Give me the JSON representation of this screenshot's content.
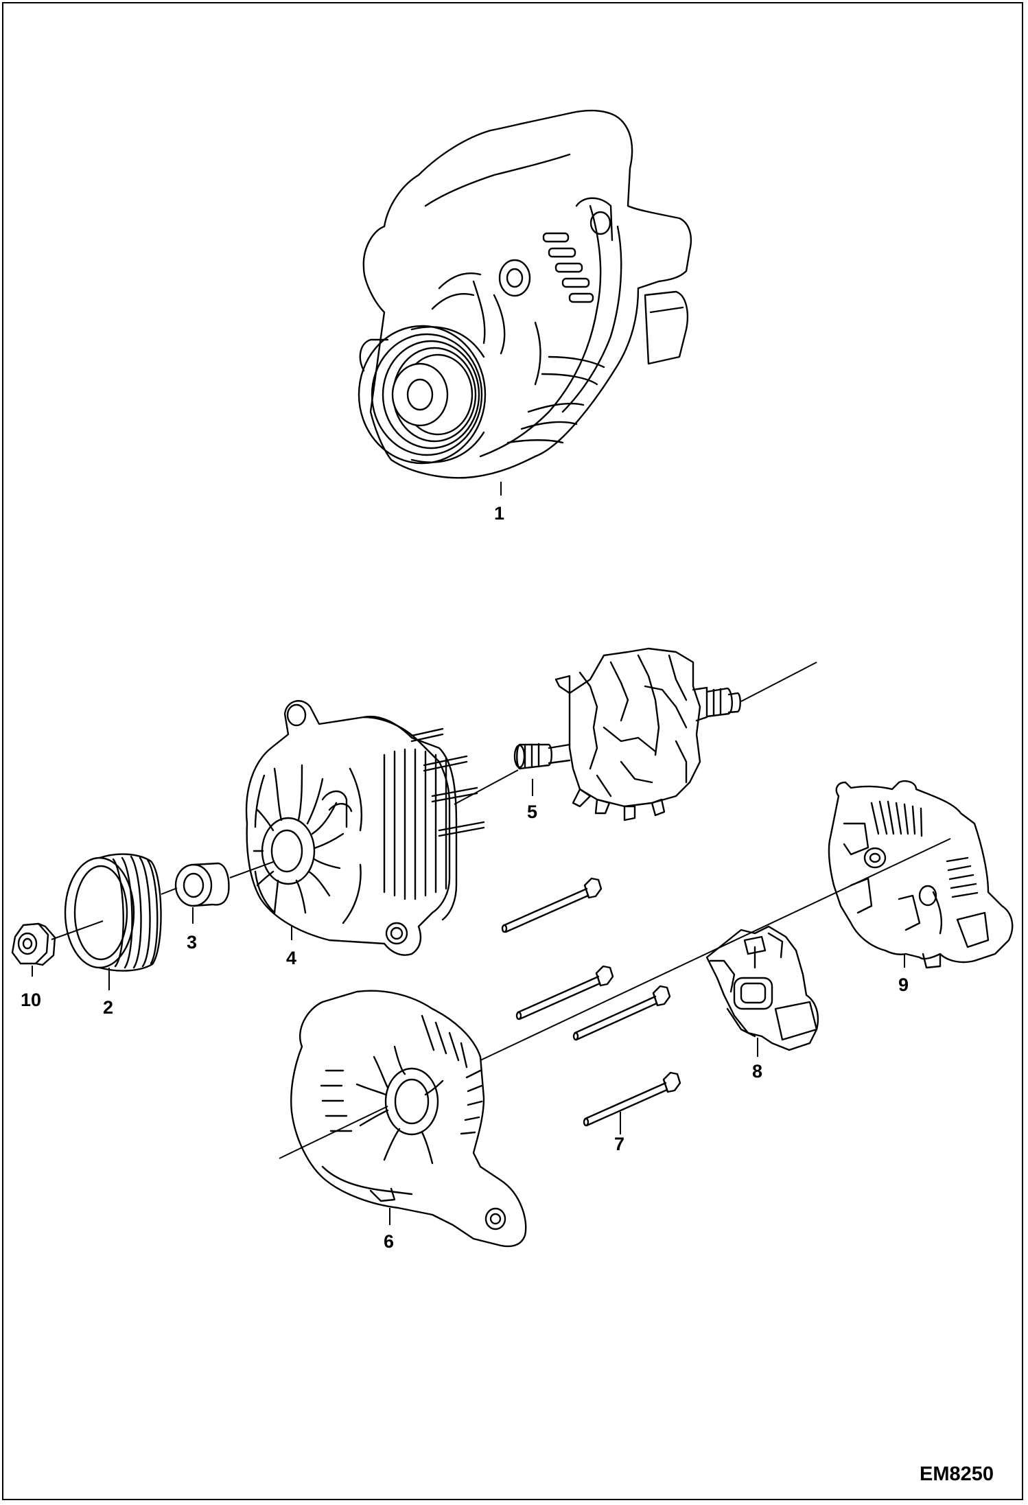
{
  "figure_id": "EM8250",
  "callouts": {
    "c1": "1",
    "c2": "2",
    "c3": "3",
    "c4": "4",
    "c5": "5",
    "c6": "6",
    "c7": "7",
    "c8": "8",
    "c9": "9",
    "c10": "10"
  },
  "colors": {
    "line": "#000000",
    "background": "#ffffff"
  }
}
